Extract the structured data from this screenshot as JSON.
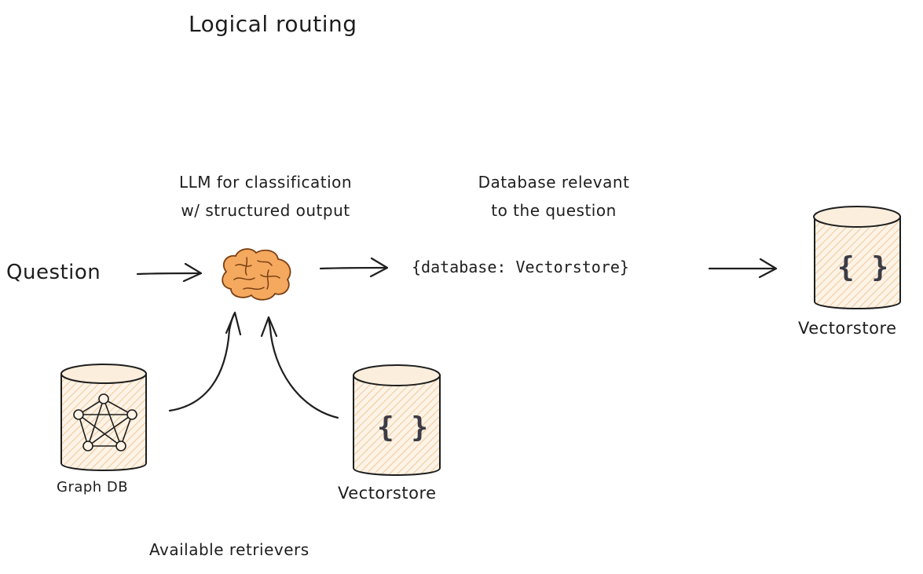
{
  "title": "Logical routing",
  "llm_caption": {
    "line1": "LLM for classification",
    "line2": "w/ structured output"
  },
  "db_caption": {
    "line1": "Database relevant",
    "line2": "to the question"
  },
  "question_label": "Question",
  "json_output": "{database: Vectorstore}",
  "graph_db_label": "Graph DB",
  "vectorstore_mid_label": "Vectorstore",
  "vectorstore_right_label": "Vectorstore",
  "vectorstore_braces": "{ }",
  "retrievers_caption": "Available retrievers",
  "colors": {
    "stroke": "#1e1e1e",
    "cylinder_fill": "#f5d6b0",
    "brain_fill": "#f4a95f"
  },
  "icons": {
    "brain": "brain-icon",
    "graph": "graph-network-icon",
    "database": "database-cylinder-icon"
  }
}
